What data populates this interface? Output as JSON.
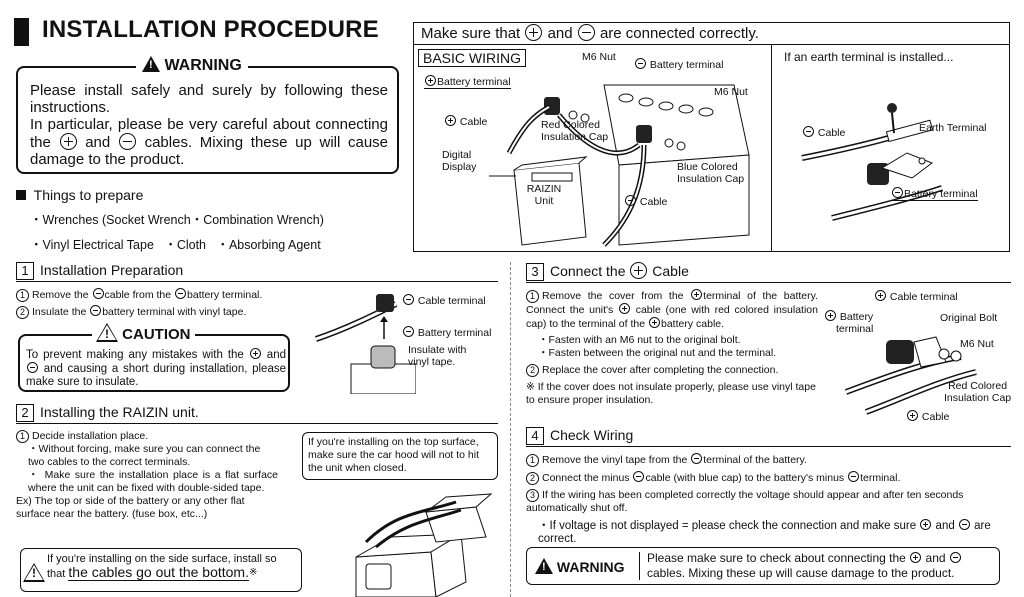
{
  "title": "INSTALLATION PROCEDURE",
  "warning_top": {
    "heading": "WARNING",
    "line1": "Please install safely and surely by following these instructions.",
    "line2a": "In particular, please be very careful about connecting the",
    "and": "and",
    "line2b": "cables. Mixing these up will cause damage to the product."
  },
  "things": {
    "heading": "Things to prepare",
    "row1": "・Wrenches (Socket Wrench・Combination Wrench)",
    "row2a": "・Vinyl Electrical Tape",
    "row2b": "・Cloth",
    "row2c": "・Absorbing Agent"
  },
  "basic_wiring": {
    "header_a": "Make sure that",
    "header_and": "and",
    "header_b": "are connected correctly.",
    "title": "BASIC WIRING",
    "m6nut": "M6 Nut",
    "neg_terminal": "Battery terminal",
    "pos_terminal": "Battery terminal",
    "m6nut2": "M6 Nut",
    "cable": "Cable",
    "red_cap1": "Red Colored",
    "red_cap2": "Insulation Cap",
    "digital1": "Digital",
    "digital2": "Display",
    "blue_cap1": "Blue Colored",
    "blue_cap2": "Insulation Cap",
    "unit1": "RAIZIN",
    "unit2": "Unit",
    "cable2": "Cable",
    "earth_title": "If an earth terminal is installed...",
    "earth_cable": "Cable",
    "earth_terminal": "Earth Terminal",
    "earth_batt": "Battery terminal"
  },
  "s1": {
    "num": "1",
    "title": "Installation Preparation",
    "step1a": "Remove the",
    "step1b": "cable from the",
    "step1c": "battery terminal.",
    "step2a": "Insulate the",
    "step2b": "battery terminal with vinyl tape.",
    "caution": "CAUTION",
    "caution_a": "To prevent making any mistakes with the",
    "caution_b": "and",
    "caution_c": "and causing a short during installation, please make sure to insulate.",
    "lbl_cable": "Cable terminal",
    "lbl_batt": "Battery terminal",
    "lbl_ins1": "Insulate with",
    "lbl_ins2": "vinyl tape."
  },
  "s2": {
    "num": "2",
    "title": "Installing the RAIZIN unit.",
    "step1": "Decide installation place.",
    "b1": "・Without forcing, make sure you can connect the two cables to the correct terminals.",
    "b2": "・ Make sure the installation place is a flat surface where the unit can be fixed with double-sided tape.",
    "ex": "Ex) The top or side of the battery or any other flat surface near the battery. (fuse box, etc...)",
    "top_note": "If you're installing on the top surface, make sure the car hood will not to hit the unit when closed.",
    "side_a": "If you're installing on the side surface, install so",
    "side_b": "that",
    "side_c": "the cables go out the bottom.",
    "side_mark": "※"
  },
  "s3": {
    "num": "3",
    "title": "Connect the",
    "title_b": "Cable",
    "step1a": "Remove the cover from the",
    "step1b": "terminal of the battery.",
    "step1c": "Connect the unit's",
    "step1d": "cable (one with red colored insulation cap) to the terminal of the",
    "step1e": "battery cable.",
    "b1": "・Fasten with an M6 nut to the original bolt.",
    "b2": "・Fasten between the original nut and the terminal.",
    "step2": "Replace the cover after completing the connection.",
    "note": "※ If the cover does not insulate properly, please use vinyl tape to ensure proper insulation.",
    "lbl_cable_terminal": "Cable terminal",
    "lbl_battery1": "Battery",
    "lbl_battery2": "terminal",
    "lbl_bolt": "Original Bolt",
    "lbl_nut": "M6 Nut",
    "lbl_red1": "Red Colored",
    "lbl_red2": "Insulation Cap",
    "lbl_cable": "Cable"
  },
  "s4": {
    "num": "4",
    "title": "Check Wiring",
    "step1a": "Remove the vinyl tape from the",
    "step1b": "terminal of the battery.",
    "step2a": "Connect the minus",
    "step2b": "cable (with blue cap) to the battery's minus",
    "step2c": "terminal.",
    "step3": "If the wiring has been completed correctly the voltage should appear and after ten seconds automatically shut off.",
    "b1a": "・If voltage is not displayed = please check the connection and make sure",
    "b1b": "and",
    "b1c": "are correct.",
    "warn_label": "WARNING",
    "warn_a": "Please make sure to check about connecting the",
    "warn_b": "and",
    "warn_c": "cables. Mixing these up will cause damage to the product."
  }
}
